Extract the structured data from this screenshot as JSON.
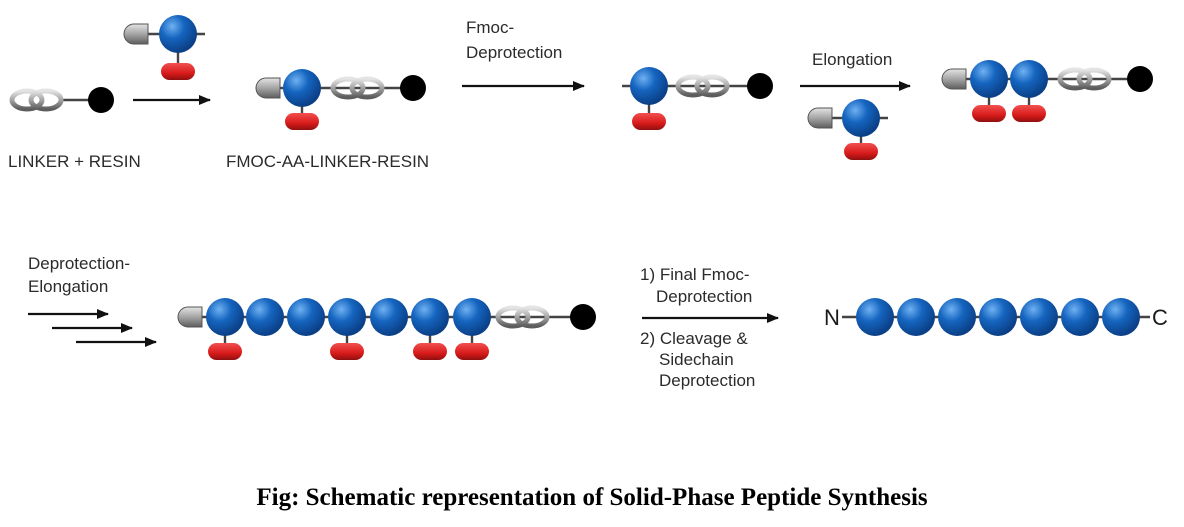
{
  "labels": {
    "linker_resin": "LINKER + RESIN",
    "fmoc_aa_linker_resin": "FMOC-AA-LINKER-RESIN",
    "fmoc_deprotection_1": "Fmoc-",
    "fmoc_deprotection_2": "Deprotection",
    "elongation": "Elongation",
    "deprotection_elongation_1": "Deprotection-",
    "deprotection_elongation_2": "Elongation",
    "final_1": "1) Final Fmoc-",
    "final_2": "Deprotection",
    "cleavage_1": "2) Cleavage &",
    "cleavage_2": "Sidechain",
    "cleavage_3": "Deprotection",
    "n_terminus": "N",
    "c_terminus": "C"
  },
  "caption": "Fig: Schematic representation of Solid-Phase Peptide Synthesis",
  "colors": {
    "amino_acid": "#1565c0",
    "protecting_group": "#d81b1b",
    "resin": "#000000",
    "linker": "#9e9e9e",
    "fmoc_cap": "#9e9e9e"
  },
  "icons": [
    "linker-chain-icon",
    "resin-bead-icon",
    "amino-acid-bead-icon",
    "sidechain-protecting-group-icon",
    "fmoc-cap-icon",
    "reaction-arrow-icon"
  ]
}
